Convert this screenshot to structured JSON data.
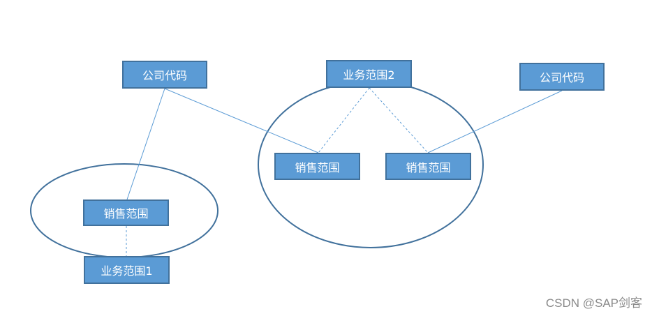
{
  "nodes": {
    "company_code_left": "公司代码",
    "company_code_right": "公司代码",
    "business_area_2": "业务范围2",
    "business_area_1": "业务范围1",
    "sales_area_left": "销售范围",
    "sales_area_mid": "销售范围",
    "sales_area_right": "销售范围"
  },
  "watermark": "CSDN @SAP剑客",
  "colors": {
    "box_fill": "#5b9bd5",
    "box_border": "#41719c",
    "line": "#5b9bd5",
    "ellipse": "#41719c"
  }
}
